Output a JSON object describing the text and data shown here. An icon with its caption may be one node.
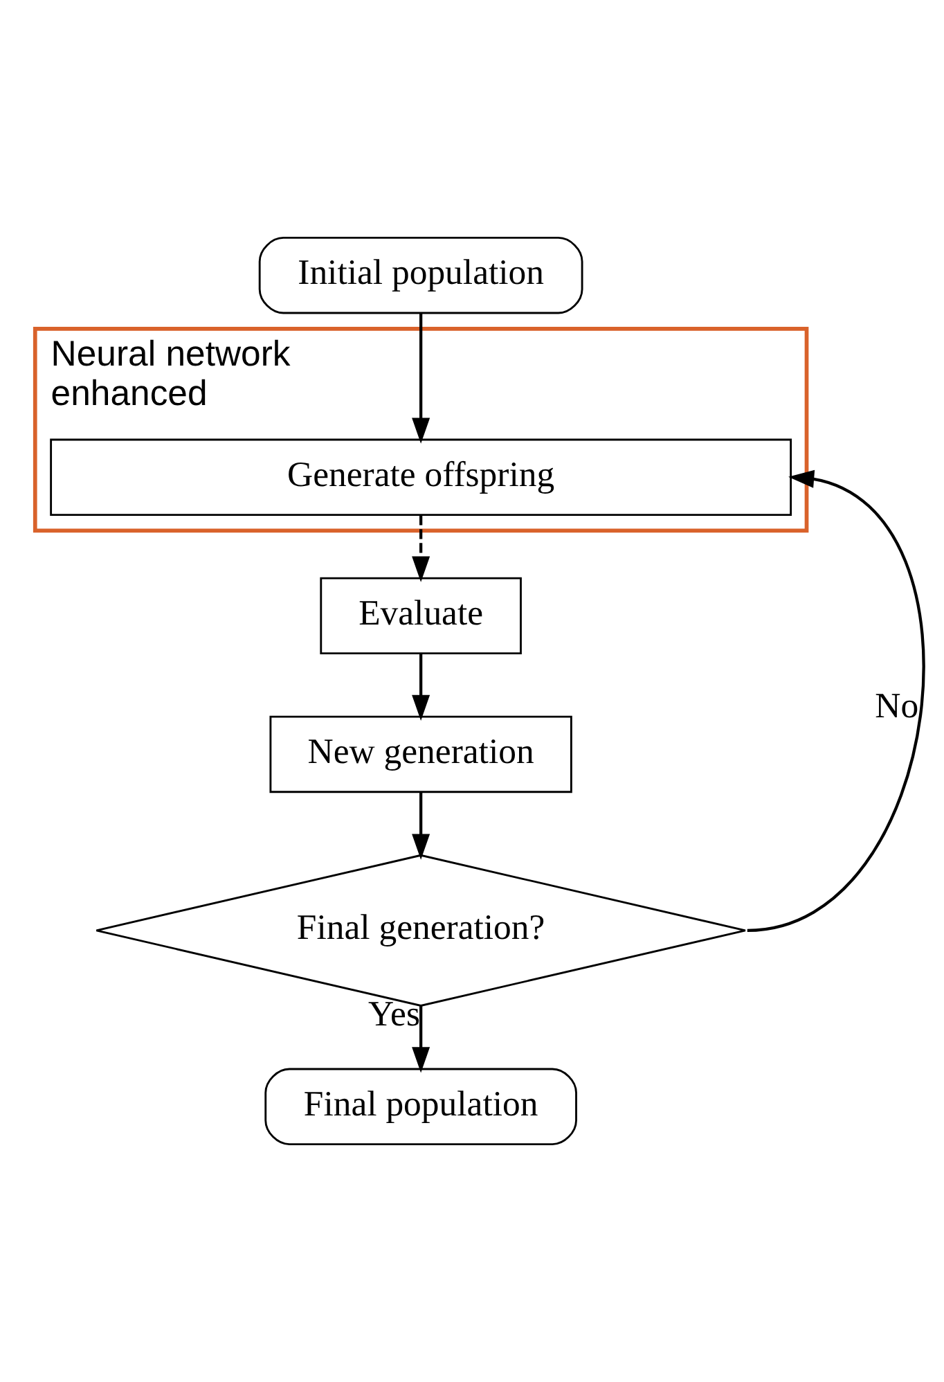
{
  "diagram": {
    "nodes": [
      {
        "text": [
          "Initial population"
        ]
      },
      {
        "text": [
          "Neural network enhanced"
        ]
      },
      {
        "text": [
          "Generate offspring"
        ],
        "in": 1
      },
      {
        "text": [
          "Evaluate"
        ]
      },
      {
        "text": [
          "New generation"
        ]
      },
      {
        "text": [
          "Final generation?"
        ]
      },
      {
        "text": [
          "Final population"
        ]
      }
    ],
    "edges": [
      {
        "from": 0,
        "to": 2,
        "arrow": "to"
      },
      {
        "from": 2,
        "to": 3,
        "arrow": "to",
        "style": "dashed"
      },
      {
        "from": 3,
        "to": 4,
        "arrow": "to"
      },
      {
        "from": 4,
        "to": 5,
        "arrow": "to"
      },
      {
        "from": 5,
        "to": 6,
        "arrow": "to",
        "label": "Yes"
      },
      {
        "from": 5,
        "to": 2,
        "arrow": "to",
        "label": "No"
      }
    ]
  }
}
